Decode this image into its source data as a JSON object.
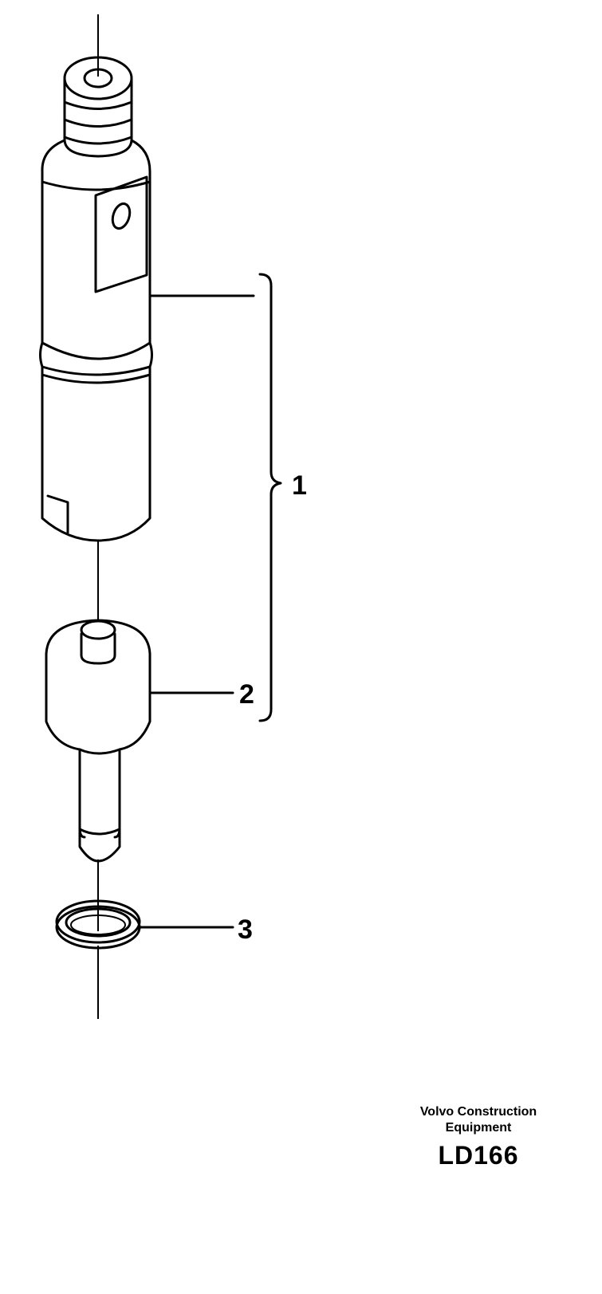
{
  "callouts": [
    {
      "id": "1",
      "label": "1"
    },
    {
      "id": "2",
      "label": "2"
    },
    {
      "id": "3",
      "label": "3"
    }
  ],
  "footer": {
    "manufacturer_line1": "Volvo Construction",
    "manufacturer_line2": "Equipment",
    "drawing_code": "LD166"
  }
}
